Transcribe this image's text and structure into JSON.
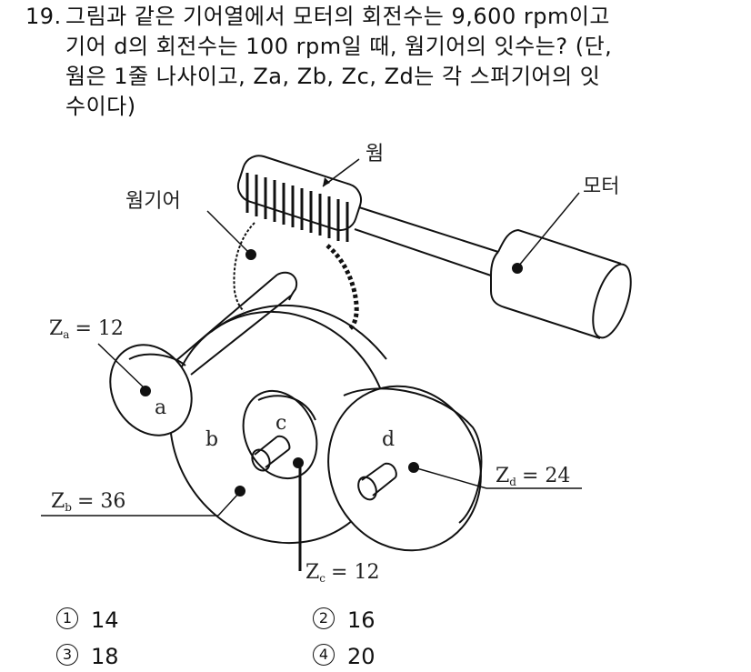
{
  "question": {
    "number": "19.",
    "lines": [
      "그림과 같은 기어열에서 모터의 회전수는 9,600 rpm이고",
      "기어 d의 회전수는 100 rpm일 때, 웜기어의 잇수는? (단,",
      "웜은 1줄 나사이고, Za, Zb, Zc, Zd는 각 스퍼기어의 잇",
      "수이다)"
    ]
  },
  "figure": {
    "labels": {
      "worm": "웜",
      "worm_gear": "웜기어",
      "motor": "모터",
      "gear_a": "a",
      "gear_b": "b",
      "gear_c": "c",
      "gear_d": "d"
    },
    "teeth": {
      "za": {
        "symbol": "Z",
        "sub": "a",
        "eq": "= 12"
      },
      "zb": {
        "symbol": "Z",
        "sub": "b",
        "eq": "= 36"
      },
      "zc": {
        "symbol": "Z",
        "sub": "c",
        "eq": "= 12"
      },
      "zd": {
        "symbol": "Z",
        "sub": "d",
        "eq": "= 24"
      }
    },
    "given": {
      "motor_rpm": 9600,
      "gear_d_rpm": 100,
      "worm_threads": 1,
      "Za": 12,
      "Zb": 36,
      "Zc": 12,
      "Zd": 24
    }
  },
  "choices": [
    {
      "mark": "1",
      "value": "14"
    },
    {
      "mark": "2",
      "value": "16"
    },
    {
      "mark": "3",
      "value": "18"
    },
    {
      "mark": "4",
      "value": "20"
    }
  ]
}
